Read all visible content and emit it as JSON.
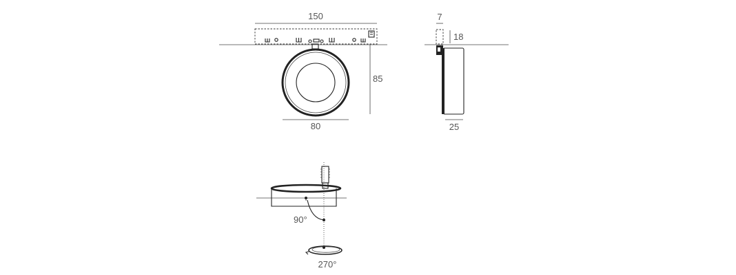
{
  "dimensions": {
    "track_length": "150",
    "track_width": "7",
    "track_height": "18",
    "total_height": "85",
    "diameter": "80",
    "depth": "25"
  },
  "rotation": {
    "tilt": "90°",
    "rotate": "270°"
  }
}
